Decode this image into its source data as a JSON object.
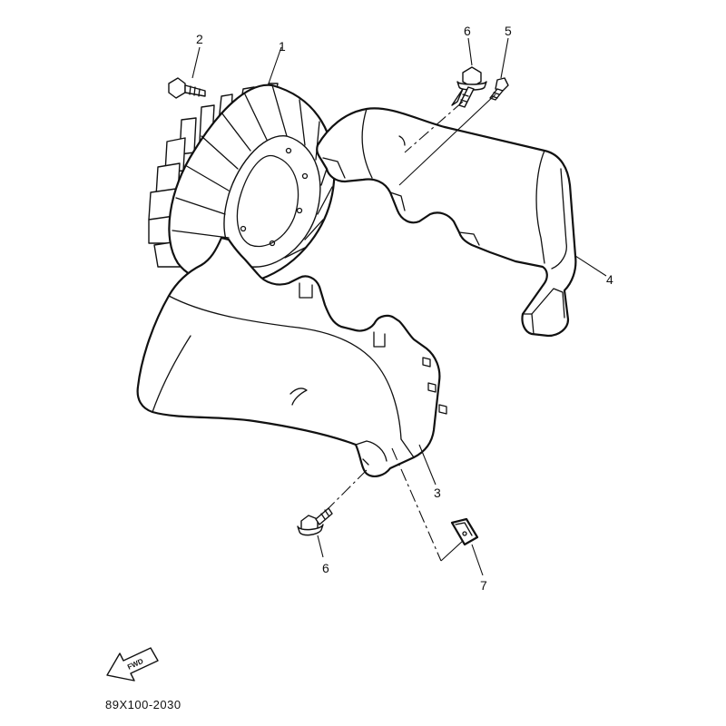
{
  "diagram": {
    "part_numbers": {
      "p1": "1",
      "p2": "2",
      "p3": "3",
      "p4": "4",
      "p5": "5",
      "p6_top": "6",
      "p6_bottom": "6",
      "p7": "7"
    },
    "fwd_label": "FWD",
    "diagram_code": "89X100-2030"
  }
}
